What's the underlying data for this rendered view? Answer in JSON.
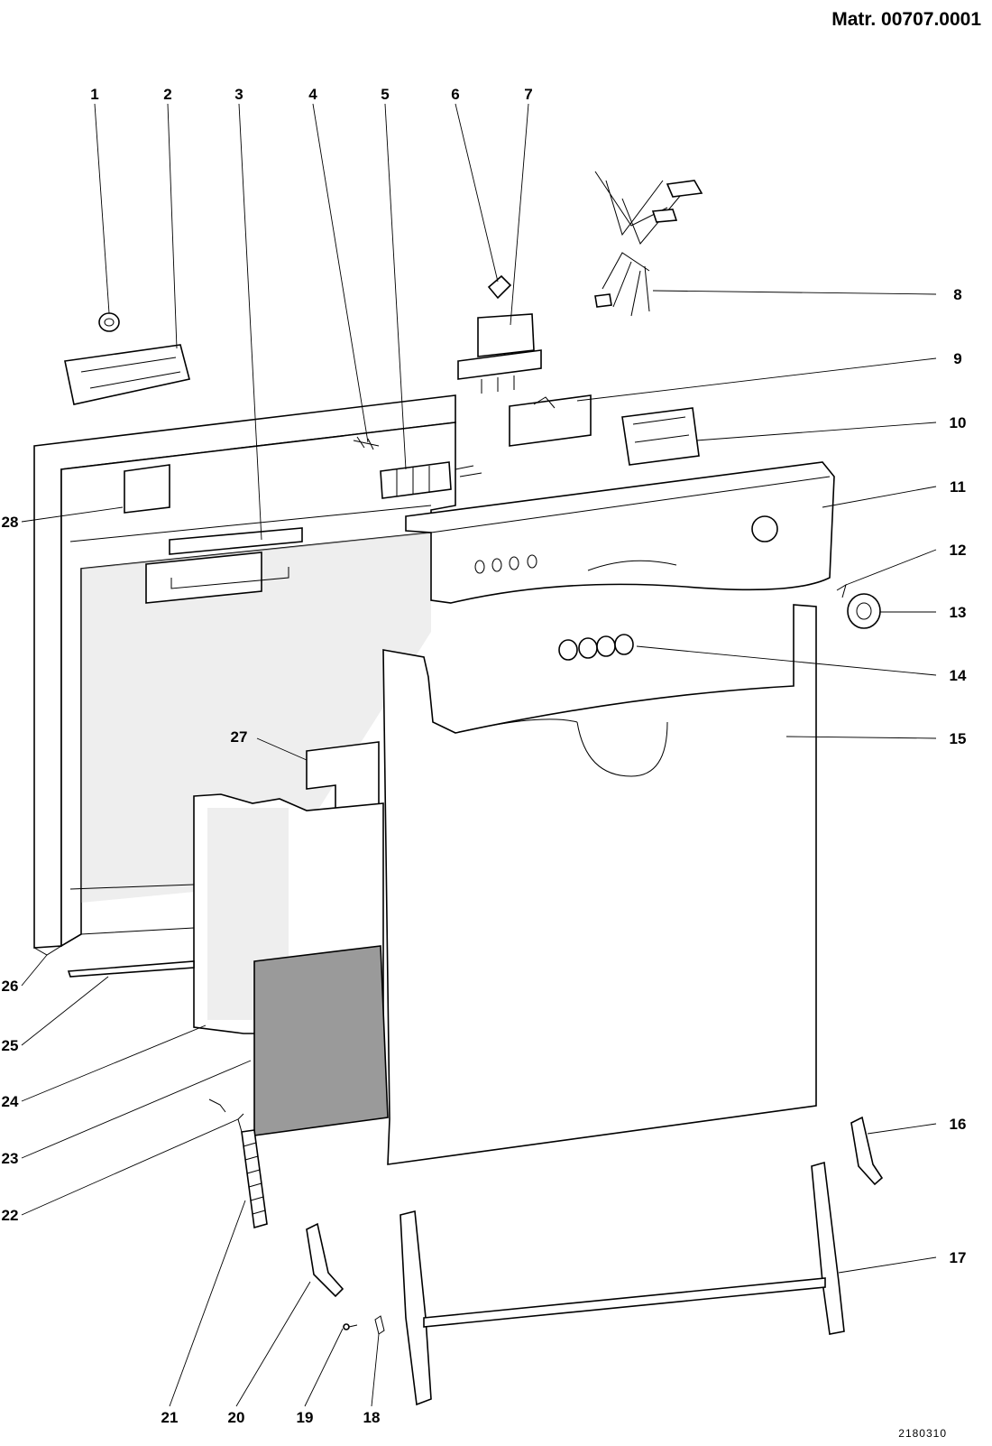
{
  "header": {
    "title": "Matr. 00707.0001"
  },
  "footer": {
    "code": "2180310"
  },
  "callouts": [
    {
      "label": "1"
    },
    {
      "label": "2"
    },
    {
      "label": "3"
    },
    {
      "label": "4"
    },
    {
      "label": "5"
    },
    {
      "label": "6"
    },
    {
      "label": "7"
    },
    {
      "label": "8"
    },
    {
      "label": "9"
    },
    {
      "label": "10"
    },
    {
      "label": "11"
    },
    {
      "label": "12"
    },
    {
      "label": "13"
    },
    {
      "label": "14"
    },
    {
      "label": "15"
    },
    {
      "label": "16"
    },
    {
      "label": "17"
    },
    {
      "label": "18"
    },
    {
      "label": "19"
    },
    {
      "label": "20"
    },
    {
      "label": "21"
    },
    {
      "label": "22"
    },
    {
      "label": "23"
    },
    {
      "label": "24"
    },
    {
      "label": "25"
    },
    {
      "label": "26"
    },
    {
      "label": "27"
    },
    {
      "label": "28"
    }
  ],
  "colors": {
    "line": "#000000",
    "panel_fill": "#ffffff",
    "insulation_fill": "#9a9a9a",
    "shade": "#e3e3e3"
  }
}
